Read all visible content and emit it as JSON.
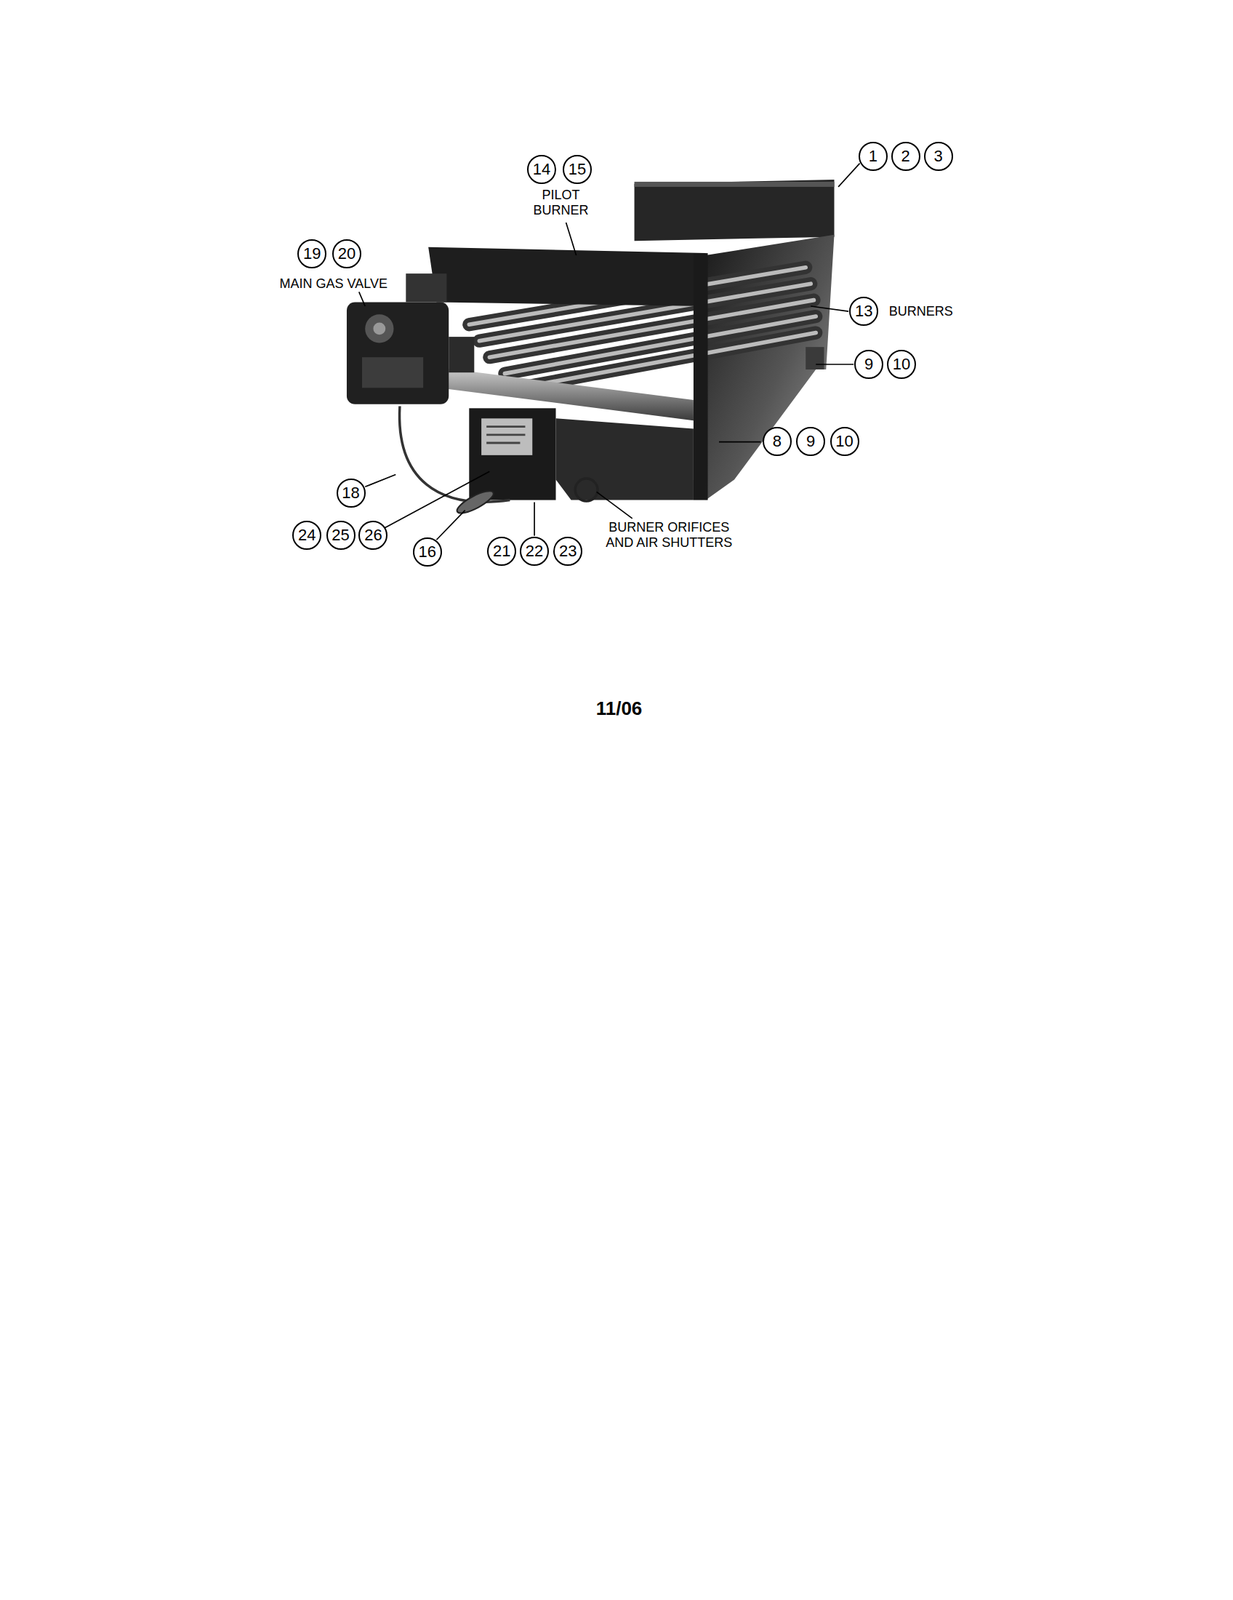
{
  "diagram": {
    "nodes": [
      {
        "text": [
          "1"
        ]
      },
      {
        "text": [
          "2"
        ]
      },
      {
        "text": [
          "3"
        ]
      },
      {
        "text": [
          "14"
        ]
      },
      {
        "text": [
          "15"
        ]
      },
      {
        "text": [
          "19"
        ]
      },
      {
        "text": [
          "20"
        ]
      },
      {
        "text": [
          "13"
        ]
      },
      {
        "text": [
          "9"
        ]
      },
      {
        "text": [
          "10"
        ]
      },
      {
        "text": [
          "8"
        ]
      },
      {
        "text": [
          "9"
        ]
      },
      {
        "text": [
          "10"
        ]
      },
      {
        "text": [
          "18"
        ]
      },
      {
        "text": [
          "24"
        ]
      },
      {
        "text": [
          "25"
        ]
      },
      {
        "text": [
          "26"
        ]
      },
      {
        "text": [
          "16"
        ]
      },
      {
        "text": [
          "21"
        ]
      },
      {
        "text": [
          "22"
        ]
      },
      {
        "text": [
          "23"
        ]
      }
    ],
    "labels": [
      "PILOT BURNER",
      "MAIN GAS VALVE",
      "BURNERS",
      "BURNER ORIFICES AND AIR SHUTTERS",
      "11/06"
    ]
  }
}
